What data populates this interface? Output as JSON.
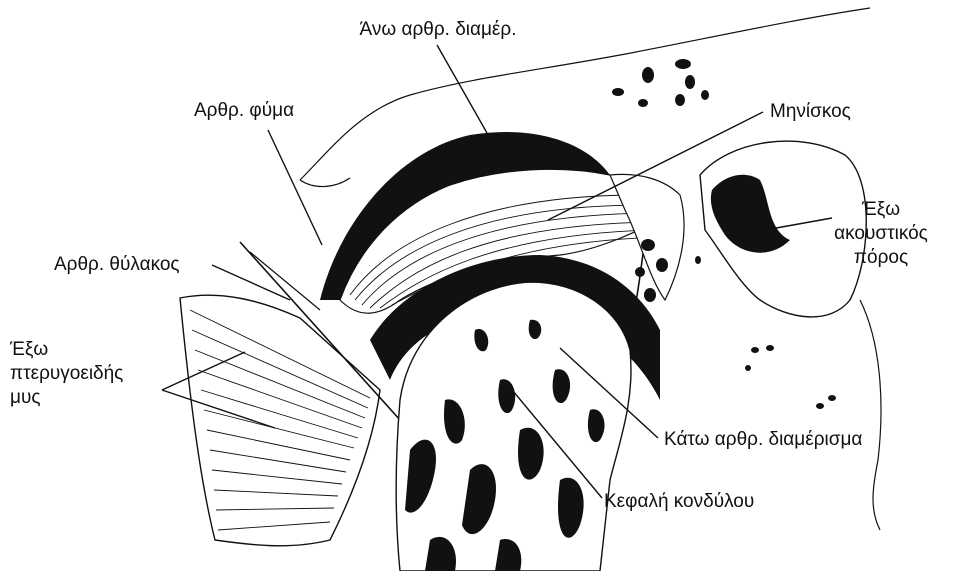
{
  "figure": {
    "labels": {
      "upper_joint_space": "Άνω αρθρ. διαμέρ.",
      "articular_eminence": "Αρθρ. φύμα",
      "meniscus": "Μηνίσκος",
      "joint_capsule": "Αρθρ. θύλακος",
      "external_acoustic_meatus": [
        "Έξω",
        "ακουστικός",
        "πόρος"
      ],
      "lateral_pterygoid_muscle": [
        "Έξω",
        "πτερυγοειδής",
        "μυς"
      ],
      "lower_joint_space": "Κάτω αρθρ. διαμέρισμα",
      "condyle_head": "Κεφαλή κονδύλου"
    },
    "colors": {
      "ink": "#111111",
      "paper": "#ffffff"
    }
  }
}
